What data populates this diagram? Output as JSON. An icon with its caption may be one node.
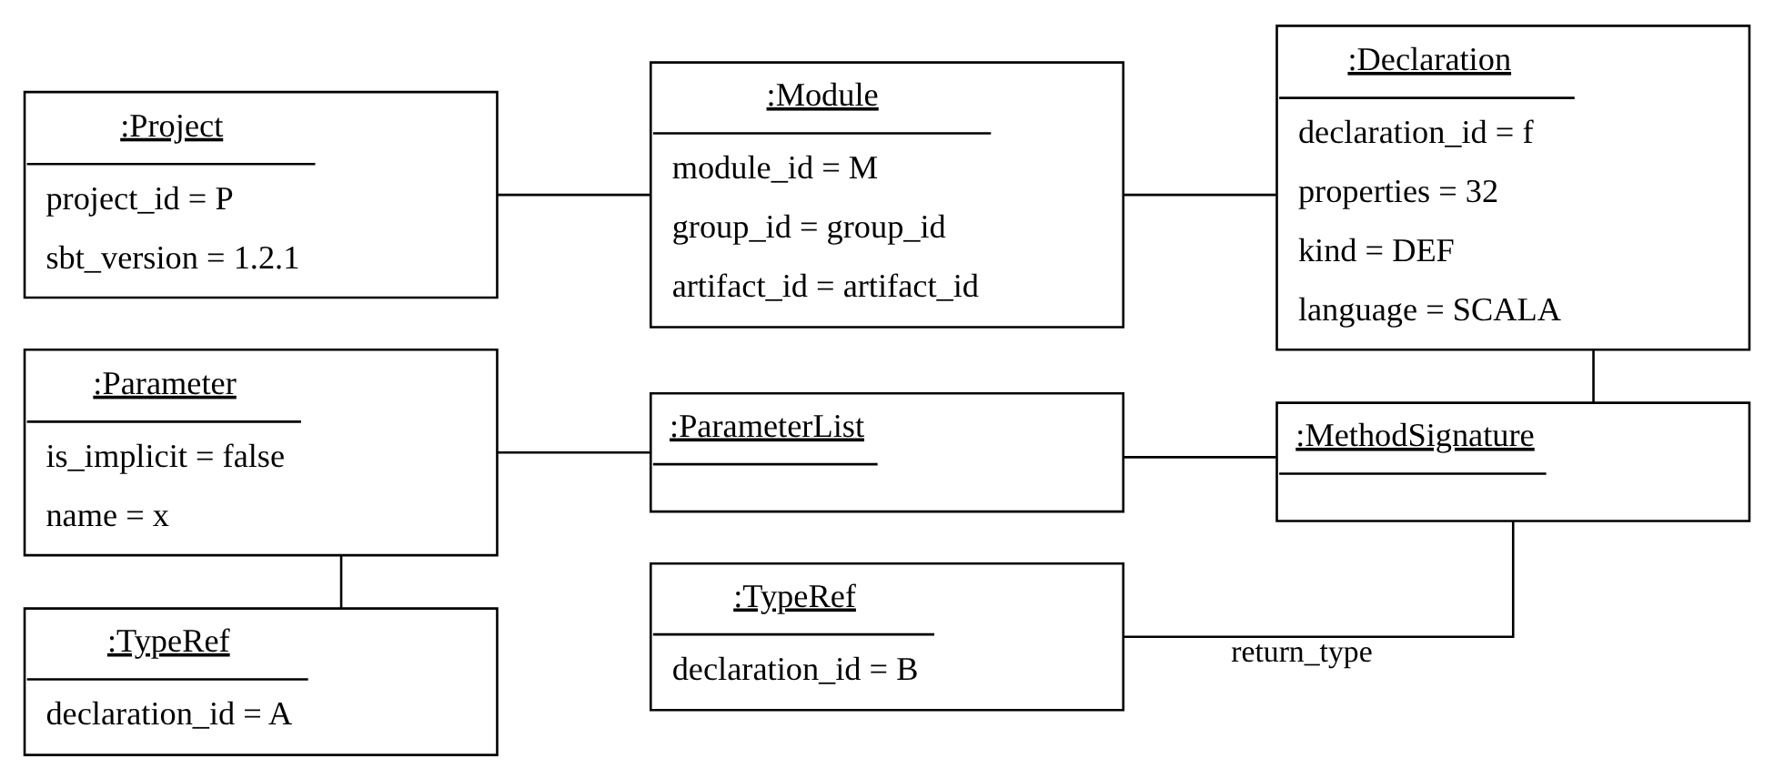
{
  "diagram": {
    "nodes": [
      {
        "text": [
          ":Project",
          "project_id = P",
          "sbt_version = 1.2.1"
        ]
      },
      {
        "text": [
          ":Module",
          "module_id = M",
          "group_id = group_id",
          "artifact_id = artifact_id"
        ]
      },
      {
        "text": [
          ":Declaration",
          "declaration_id = f",
          "properties = 32",
          "kind = DEF",
          "language = SCALA"
        ]
      },
      {
        "text": [
          ":Parameter",
          "is_implicit = false",
          "name = x"
        ]
      },
      {
        "text": [
          ":ParameterList"
        ]
      },
      {
        "text": [
          ":MethodSignature"
        ]
      },
      {
        "text": [
          ":TypeRef",
          "declaration_id = A"
        ]
      },
      {
        "text": [
          ":TypeRef",
          "declaration_id = B"
        ]
      }
    ],
    "edges": [
      {
        "from": 0,
        "to": 1,
        "arrow": "none"
      },
      {
        "from": 1,
        "to": 2,
        "arrow": "none"
      },
      {
        "from": 3,
        "to": 4,
        "arrow": "none"
      },
      {
        "from": 4,
        "to": 5,
        "arrow": "none"
      },
      {
        "from": 2,
        "to": 5,
        "arrow": "none"
      },
      {
        "from": 3,
        "to": 6,
        "arrow": "none"
      },
      {
        "from": 5,
        "to": 7,
        "label": "return_type",
        "arrow": "none"
      }
    ]
  }
}
